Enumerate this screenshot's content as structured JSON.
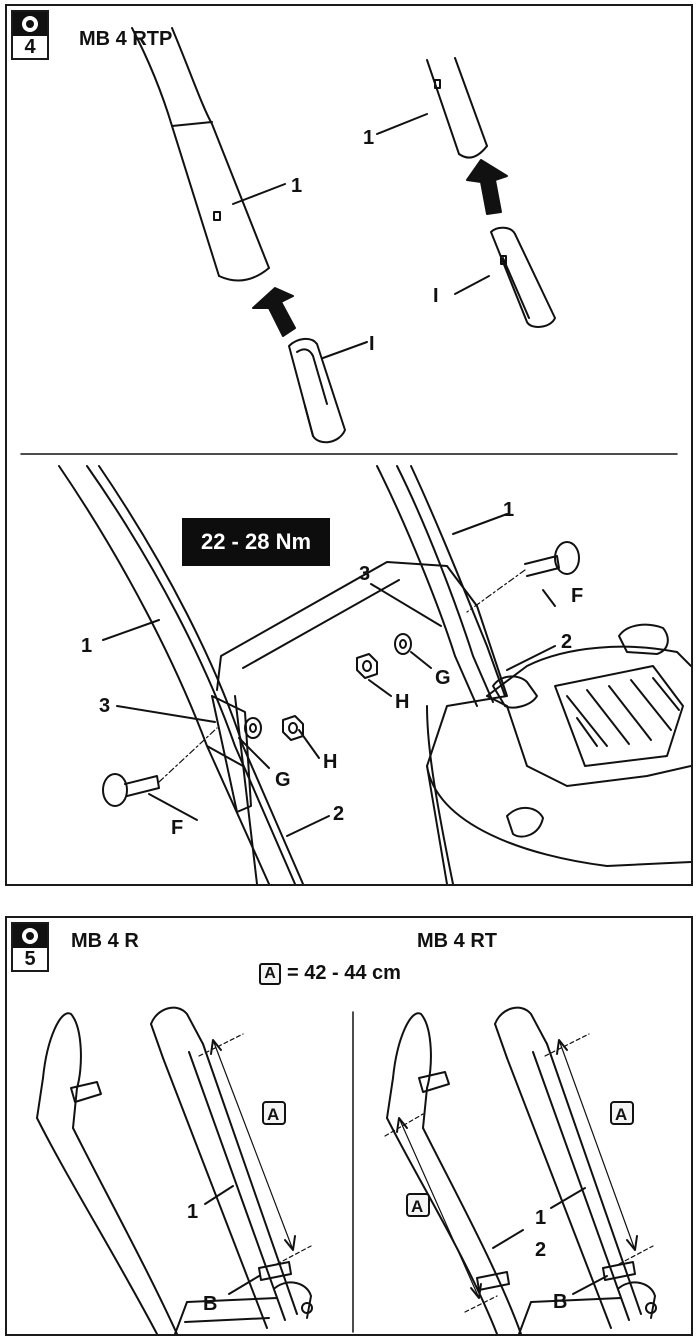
{
  "fig4": {
    "number": "4",
    "title": "MB 4 RTP",
    "torque": "22 - 28 Nm",
    "labels": {
      "top_left_1": "1",
      "top_left_I": "I",
      "top_right_1": "1",
      "top_right_I": "I",
      "bottom_left_1": "1",
      "bottom_left_3": "3",
      "bottom_left_F": "F",
      "bottom_left_G": "G",
      "bottom_left_H": "H",
      "bottom_left_2": "2",
      "bottom_right_1": "1",
      "bottom_right_3": "3",
      "bottom_right_F": "F",
      "bottom_right_G": "G",
      "bottom_right_H": "H",
      "bottom_right_2": "2"
    }
  },
  "fig5": {
    "number": "5",
    "title_left": "MB 4 R",
    "title_right": "MB 4 RT",
    "measure_letter": "A",
    "measure_value": "= 42 - 44 cm",
    "labels": {
      "left_A": "A",
      "left_1": "1",
      "left_B": "B",
      "right_A_outer": "A",
      "right_A_inner": "A",
      "right_1": "1",
      "right_2": "2",
      "right_B": "B"
    }
  }
}
